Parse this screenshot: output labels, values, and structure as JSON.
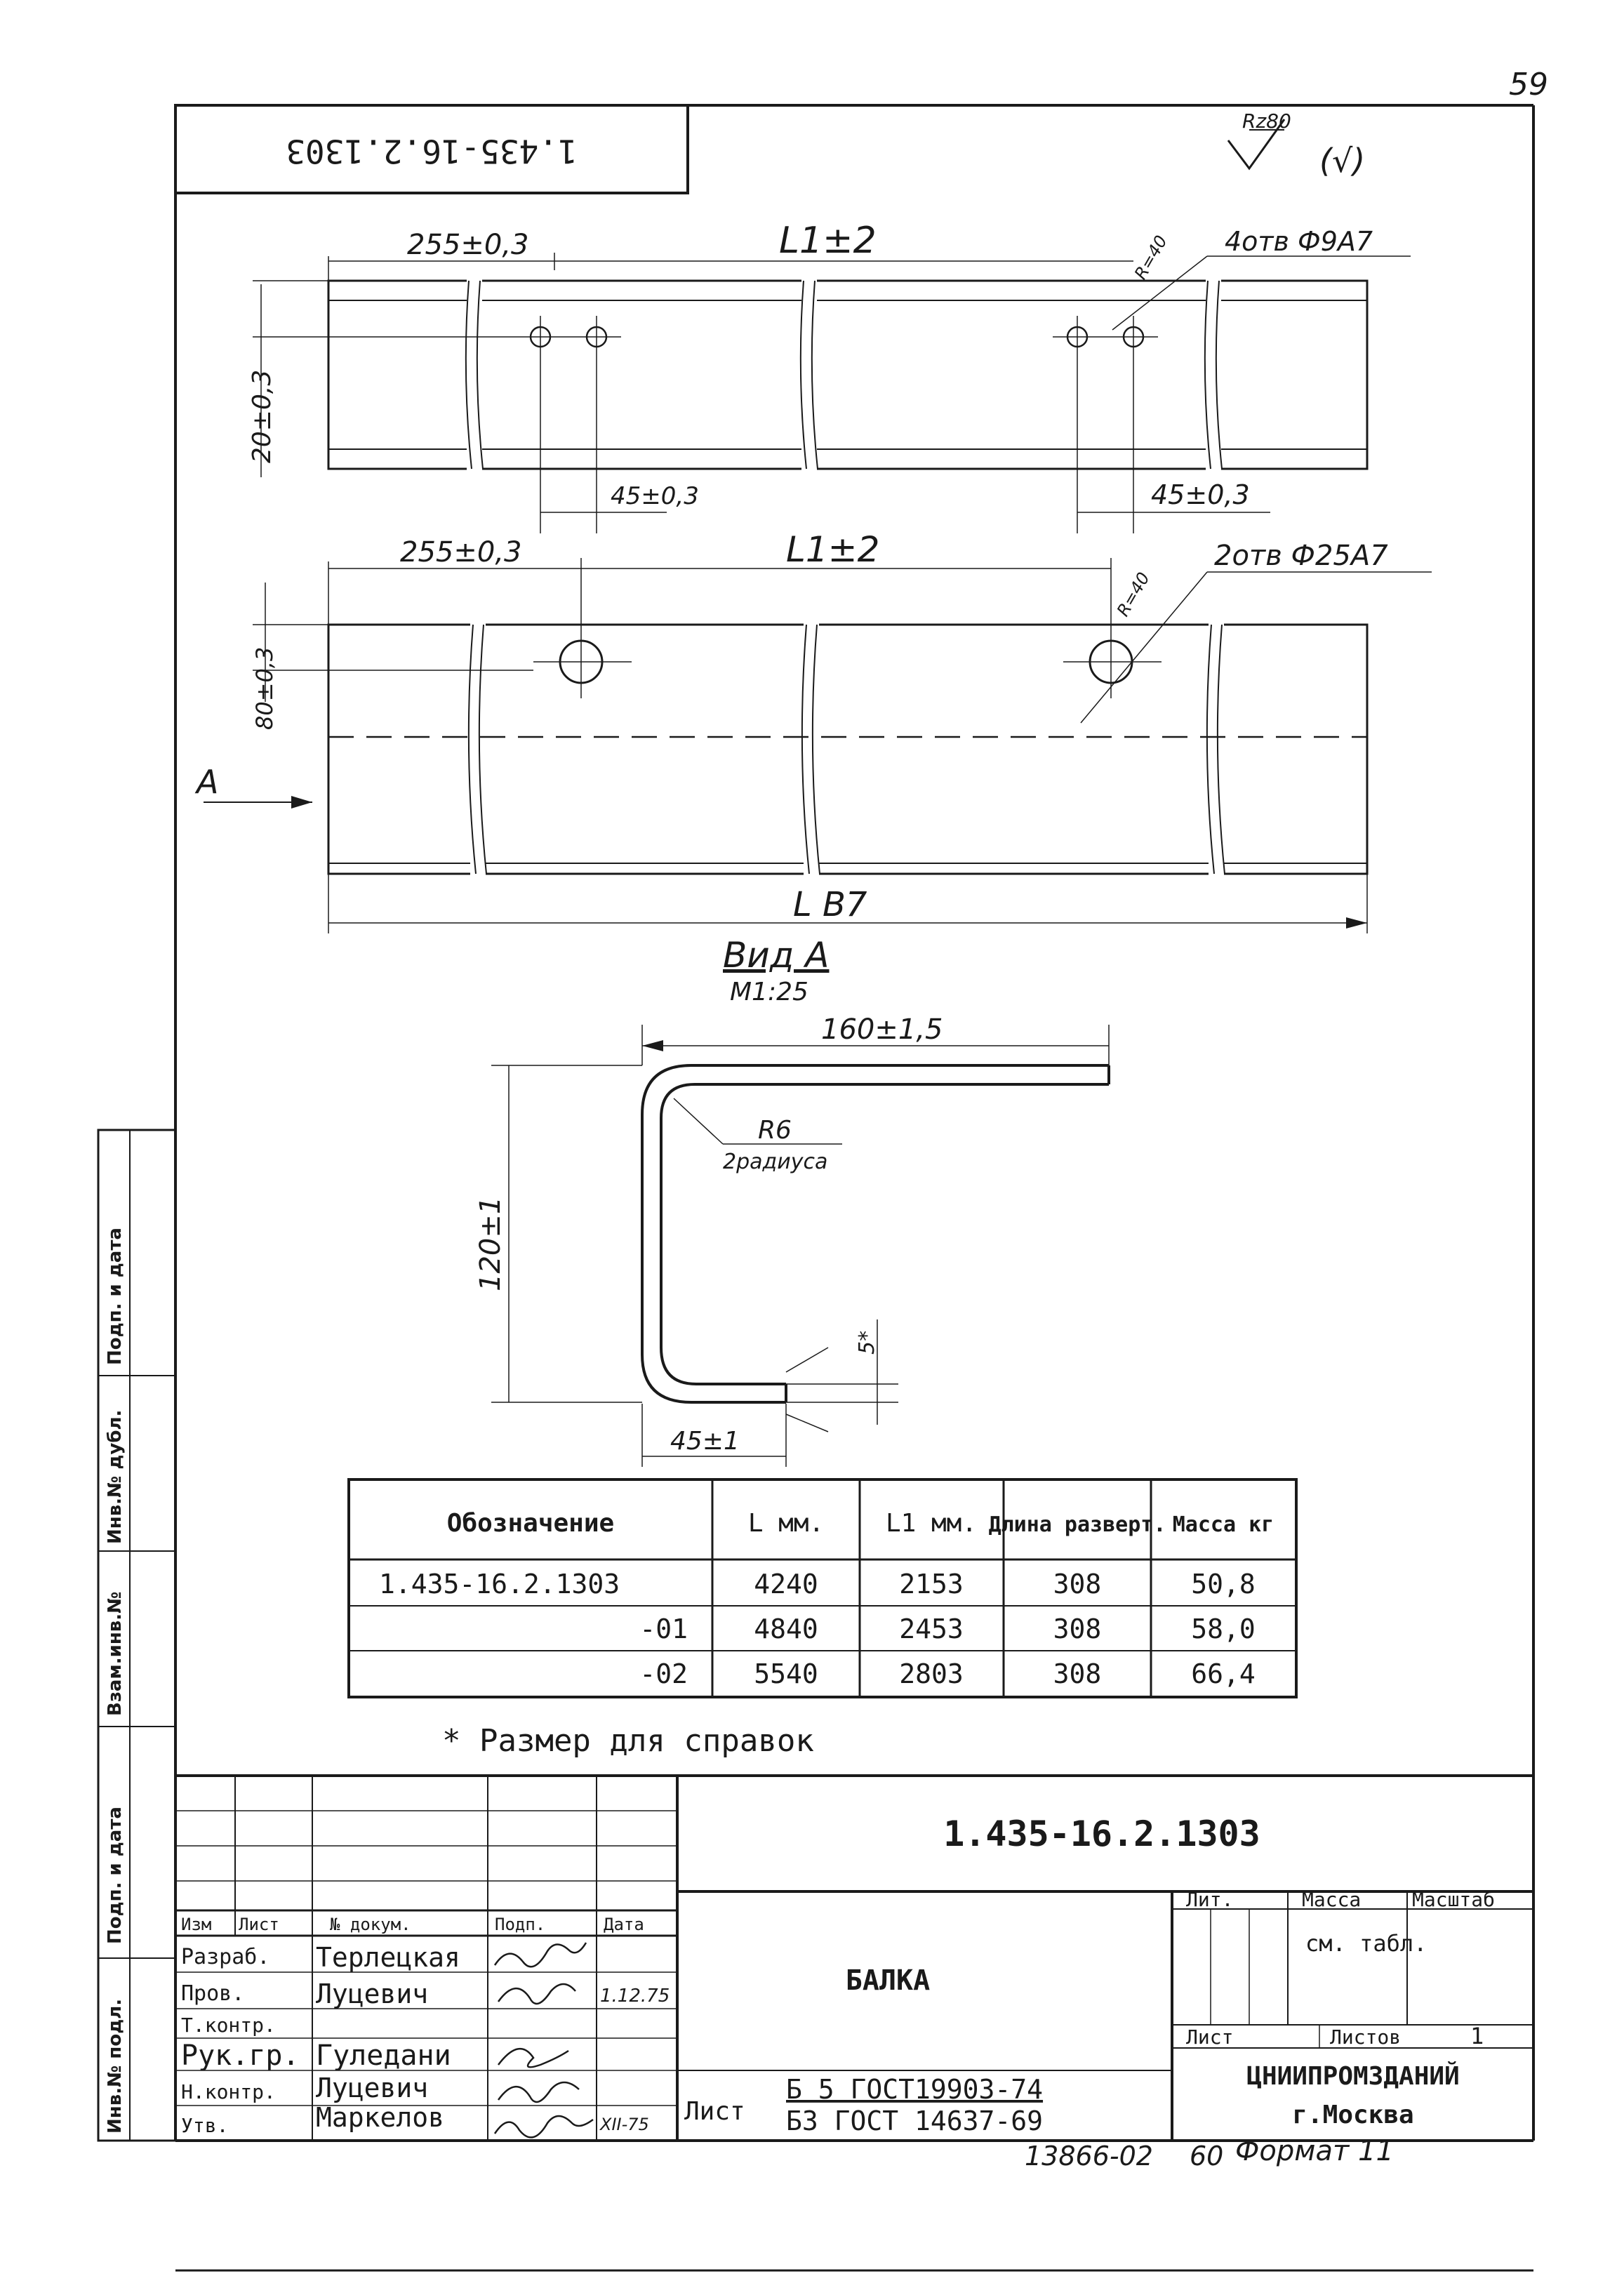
{
  "page_number": "59",
  "doc_code_rotated": "1.435-16.2.1303",
  "roughness": {
    "value": "Rz80",
    "other": "(√)"
  },
  "view1": {
    "dim_left": "255±0,3",
    "dim_main": "L1±2",
    "holes_note": "4отв Ф9А7",
    "radius_note": "R=40",
    "height_dim": "20±0,3",
    "spacing_left": "45±0,3",
    "spacing_right": "45±0,3"
  },
  "view2": {
    "dim_left": "255±0,3",
    "dim_main": "L1±2",
    "holes_note": "2отв Ф25А7",
    "radius_note": "R=40",
    "height_dim": "80±0,3",
    "arrow_label": "A",
    "length_dim": "L В7"
  },
  "section": {
    "title": "Вид А",
    "scale": "М1:25",
    "width_dim": "160±1,5",
    "height_dim": "120±1",
    "radius": "R6",
    "radius_note": "2радиуса",
    "thickness": "5*",
    "flange_dim": "45±1"
  },
  "spec_table": {
    "headers": [
      "Обозначение",
      "L мм.",
      "L1 мм.",
      "Длина разверт.",
      "Масса кг"
    ],
    "rows": [
      [
        "1.435-16.2.1303",
        "4240",
        "2153",
        "308",
        "50,8"
      ],
      [
        "-01",
        "4840",
        "2453",
        "308",
        "58,0"
      ],
      [
        "-02",
        "5540",
        "2803",
        "308",
        "66,4"
      ]
    ]
  },
  "footnote": "* Размер для справок",
  "side_stamp": [
    "Инв.№ подл.",
    "Подп. и дата",
    "Взам.инв.№",
    "Инв.№ дубл.",
    "Подп. и дата"
  ],
  "title_block": {
    "designation": "1.435-16.2.1303",
    "part_name": "БАЛКА",
    "col_headers": [
      "Изм",
      "Лист",
      "№ докум.",
      "Подп.",
      "Дата"
    ],
    "roles": [
      {
        "role": "Разраб.",
        "name": "Терлецкая",
        "date": ""
      },
      {
        "role": "Пров.",
        "name": "Луцевич",
        "date": "1.12.75"
      },
      {
        "role": "Т.контр.",
        "name": "",
        "date": ""
      },
      {
        "role": "Рук.гр.",
        "name": "Гуледани",
        "date": ""
      },
      {
        "role": "Н.контр.",
        "name": "Луцевич",
        "date": ""
      },
      {
        "role": "Утв.",
        "name": "Маркелов",
        "date": "XII-75"
      }
    ],
    "lit_label": "Лит.",
    "mass_label": "Масса",
    "scale_label": "Масштаб",
    "mass_value": "см. табл.",
    "sheet_label": "Лист",
    "sheets_label": "Листов",
    "sheets_value": "1",
    "material_prefix": "Лист",
    "material_line1": "Б 5 ГОСТ19903-74",
    "material_line2": "Б3 ГОСТ 14637-69",
    "org_name": "ЦНИИПРОМЗДАНИЙ",
    "org_city": "г.Москва"
  },
  "bottom_code": "13866-02",
  "bottom_sheet": "60",
  "format_note": "Формат 11"
}
